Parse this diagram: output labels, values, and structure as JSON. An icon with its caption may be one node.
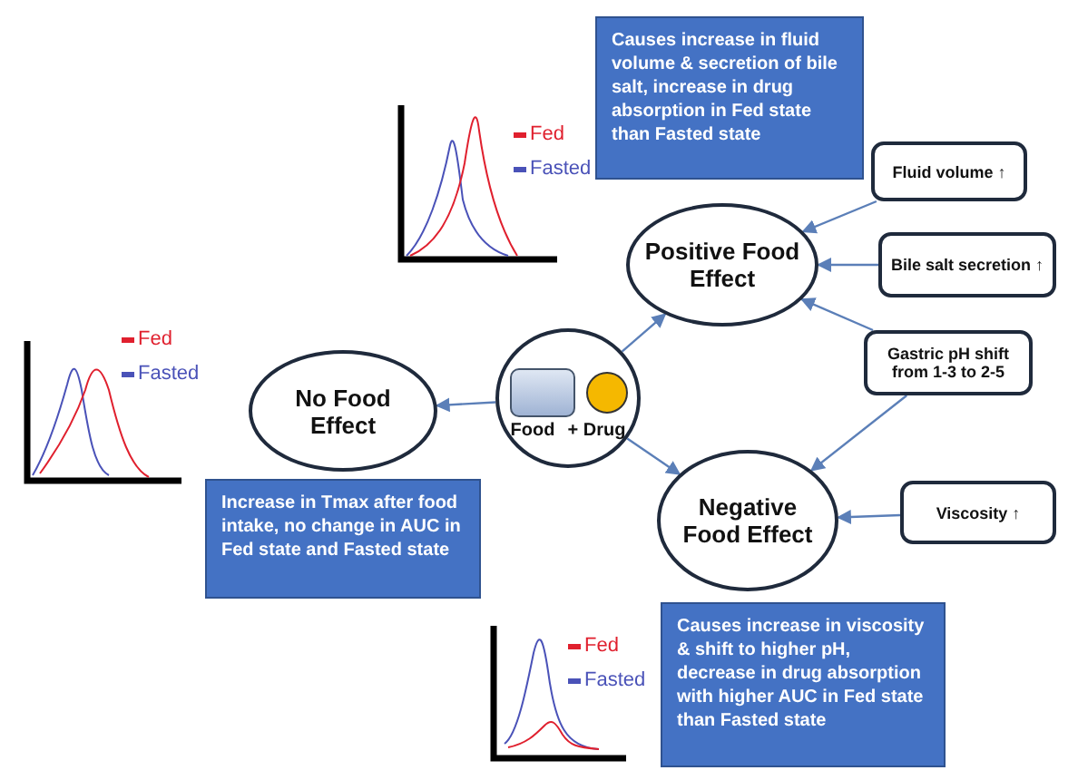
{
  "diagram": {
    "nodes": [
      {
        "text": [
          "Causes increase in fluid volume & secretion of bile salt, increase in drug absorption in Fed state than Fasted state"
        ]
      },
      {
        "text": [
          "Positive Food Effect"
        ]
      },
      {
        "text": [
          "Fluid volume ↑"
        ]
      },
      {
        "text": [
          "Bile salt secretion ↑"
        ]
      },
      {
        "text": [
          "Gastric pH shift from 1-3 to 2-5"
        ]
      },
      {
        "text": [
          "Food",
          "+ Drug"
        ]
      },
      {
        "text": [
          "No Food Effect"
        ]
      },
      {
        "text": [
          "Increase in Tmax after food intake, no change in AUC in Fed state and Fasted state"
        ]
      },
      {
        "text": [
          "Negative Food Effect"
        ]
      },
      {
        "text": [
          "Viscosity ↑"
        ]
      },
      {
        "text": [
          "Causes increase in viscosity & shift to higher pH, decrease in drug absorption with higher AUC in Fed state than Fasted state"
        ]
      }
    ],
    "edges": [
      {
        "from": 2,
        "to": 1,
        "arrow": "to"
      },
      {
        "from": 3,
        "to": 1,
        "arrow": "to"
      },
      {
        "from": 4,
        "to": 1,
        "arrow": "to"
      },
      {
        "from": 4,
        "to": 8,
        "arrow": "to"
      },
      {
        "from": 9,
        "to": 8,
        "arrow": "to"
      },
      {
        "from": 5,
        "to": 1,
        "arrow": "to"
      },
      {
        "from": 5,
        "to": 6,
        "arrow": "to"
      },
      {
        "from": 5,
        "to": 8,
        "arrow": "to"
      }
    ],
    "legend": [
      {
        "text": "Fed",
        "color": "#e0202e"
      },
      {
        "text": "Fasted",
        "color": "#4a52b8"
      },
      {
        "text": "Fed",
        "color": "#e0202e"
      },
      {
        "text": "Fasted",
        "color": "#4a52b8"
      },
      {
        "text": "Fed",
        "color": "#e0202e"
      },
      {
        "text": "Fasted",
        "color": "#4a52b8"
      }
    ]
  }
}
